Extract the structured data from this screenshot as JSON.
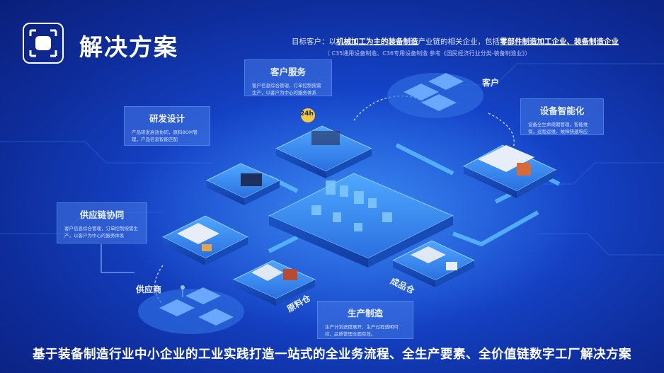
{
  "header": {
    "title": "解决方案",
    "target_prefix": "目标客户：以",
    "target_bold_1": "机械加工为主的装备制造",
    "target_mid": "产业链的相关企业，包括",
    "target_bold_2": "零部件制造加工企业、装备制造企业",
    "target_sub": "（ C35通用设备制造、C36专用设备制造 参考《国民经济行业分类-装备制造业》）"
  },
  "callouts": {
    "customer_service": {
      "title": "客户服务",
      "desc": "客户信息综合管理，订单控制按需生产，以客户为中心的服务体系"
    },
    "rd": {
      "title": "研发设计",
      "desc": "产品研发高效协同，原料BOM管理，产品信息智能匹配"
    },
    "equipment": {
      "title": "设备智能化",
      "desc": "设备全生命周期管理，智能维保，远程运维，故障快速响应"
    },
    "supply_chain": {
      "title": "供应链协同",
      "desc": "客户信息综合管理，订单控制按需生产，以客户为中心的服务体系"
    },
    "production": {
      "title": "生产制造",
      "desc": "生产计划进度展开，生产过程透明可控，品质管理全面有效。"
    }
  },
  "labels": {
    "customer": "客户",
    "supplier": "供应商",
    "raw_warehouse": "原料仓",
    "finished_warehouse": "成品仓",
    "badge_24h": "24h"
  },
  "footer": {
    "tagline": "基于装备制造行业中小企业的工业实践打造一站式的全业务流程、全生产要素、全价值链数字工厂解决方案"
  }
}
